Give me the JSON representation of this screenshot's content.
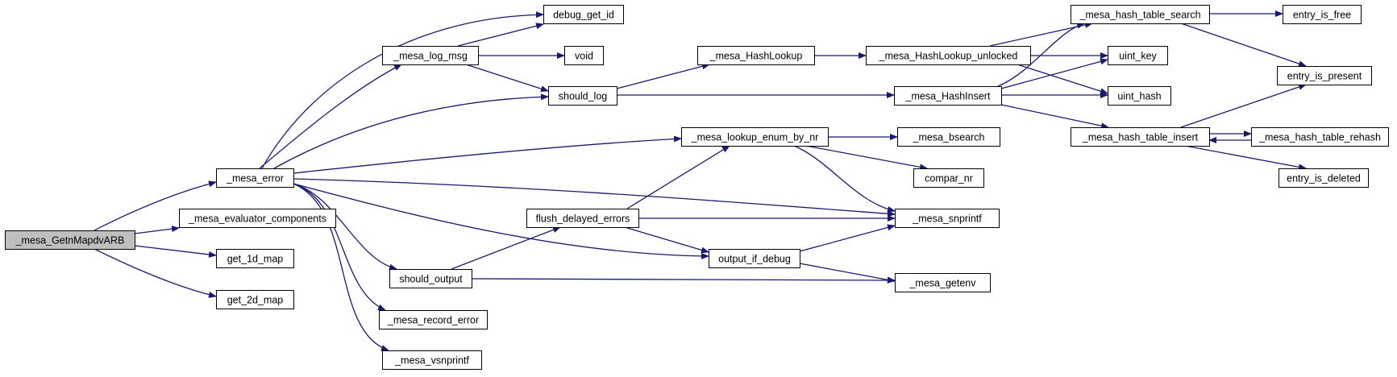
{
  "diagram": {
    "colors": {
      "edge": "#191970",
      "node_fill": "#ffffff",
      "root_fill": "#bfbfbf",
      "border": "#000000"
    },
    "root": "n0",
    "nodes": [
      {
        "id": "n0",
        "label": "_mesa_GetnMapdvARB"
      },
      {
        "id": "n1",
        "label": "_mesa_error"
      },
      {
        "id": "n2",
        "label": "_mesa_evaluator_components"
      },
      {
        "id": "n3",
        "label": "get_1d_map"
      },
      {
        "id": "n4",
        "label": "get_2d_map"
      },
      {
        "id": "n5",
        "label": "debug_get_id"
      },
      {
        "id": "n6",
        "label": "_mesa_log_msg"
      },
      {
        "id": "n7",
        "label": "void"
      },
      {
        "id": "n8",
        "label": "should_log"
      },
      {
        "id": "n9",
        "label": "_mesa_HashLookup"
      },
      {
        "id": "n10",
        "label": "_mesa_HashLookup_unlocked"
      },
      {
        "id": "n11",
        "label": "_mesa_hash_table_search"
      },
      {
        "id": "n12",
        "label": "entry_is_free"
      },
      {
        "id": "n13",
        "label": "entry_is_present"
      },
      {
        "id": "n14",
        "label": "uint_key"
      },
      {
        "id": "n15",
        "label": "uint_hash"
      },
      {
        "id": "n16",
        "label": "_mesa_HashInsert"
      },
      {
        "id": "n17",
        "label": "_mesa_hash_table_insert"
      },
      {
        "id": "n18",
        "label": "_mesa_hash_table_rehash"
      },
      {
        "id": "n19",
        "label": "entry_is_deleted"
      },
      {
        "id": "n20",
        "label": "_mesa_lookup_enum_by_nr"
      },
      {
        "id": "n21",
        "label": "_mesa_bsearch"
      },
      {
        "id": "n22",
        "label": "compar_nr"
      },
      {
        "id": "n23",
        "label": "_mesa_snprintf"
      },
      {
        "id": "n24",
        "label": "flush_delayed_errors"
      },
      {
        "id": "n25",
        "label": "output_if_debug"
      },
      {
        "id": "n26",
        "label": "should_output"
      },
      {
        "id": "n27",
        "label": "_mesa_getenv"
      },
      {
        "id": "n28",
        "label": "_mesa_record_error"
      },
      {
        "id": "n29",
        "label": "_mesa_vsnprintf"
      }
    ],
    "edges": [
      {
        "from": "n0",
        "to": "n1"
      },
      {
        "from": "n0",
        "to": "n2"
      },
      {
        "from": "n0",
        "to": "n3"
      },
      {
        "from": "n0",
        "to": "n4"
      },
      {
        "from": "n1",
        "to": "n5"
      },
      {
        "from": "n1",
        "to": "n6"
      },
      {
        "from": "n1",
        "to": "n8"
      },
      {
        "from": "n1",
        "to": "n20"
      },
      {
        "from": "n1",
        "to": "n23"
      },
      {
        "from": "n1",
        "to": "n25"
      },
      {
        "from": "n1",
        "to": "n26"
      },
      {
        "from": "n1",
        "to": "n28"
      },
      {
        "from": "n1",
        "to": "n29"
      },
      {
        "from": "n6",
        "to": "n5"
      },
      {
        "from": "n6",
        "to": "n7"
      },
      {
        "from": "n6",
        "to": "n8"
      },
      {
        "from": "n8",
        "to": "n9"
      },
      {
        "from": "n8",
        "to": "n16"
      },
      {
        "from": "n9",
        "to": "n10"
      },
      {
        "from": "n10",
        "to": "n11"
      },
      {
        "from": "n10",
        "to": "n14"
      },
      {
        "from": "n10",
        "to": "n15"
      },
      {
        "from": "n11",
        "to": "n12"
      },
      {
        "from": "n11",
        "to": "n13"
      },
      {
        "from": "n16",
        "to": "n11"
      },
      {
        "from": "n16",
        "to": "n14"
      },
      {
        "from": "n16",
        "to": "n15"
      },
      {
        "from": "n16",
        "to": "n17"
      },
      {
        "from": "n17",
        "to": "n13"
      },
      {
        "from": "n17",
        "to": "n18"
      },
      {
        "from": "n17",
        "to": "n19"
      },
      {
        "from": "n18",
        "to": "n17"
      },
      {
        "from": "n20",
        "to": "n21"
      },
      {
        "from": "n20",
        "to": "n22"
      },
      {
        "from": "n20",
        "to": "n23"
      },
      {
        "from": "n24",
        "to": "n20"
      },
      {
        "from": "n24",
        "to": "n23"
      },
      {
        "from": "n24",
        "to": "n25"
      },
      {
        "from": "n25",
        "to": "n23"
      },
      {
        "from": "n25",
        "to": "n27"
      },
      {
        "from": "n26",
        "to": "n24"
      },
      {
        "from": "n26",
        "to": "n27"
      }
    ]
  }
}
